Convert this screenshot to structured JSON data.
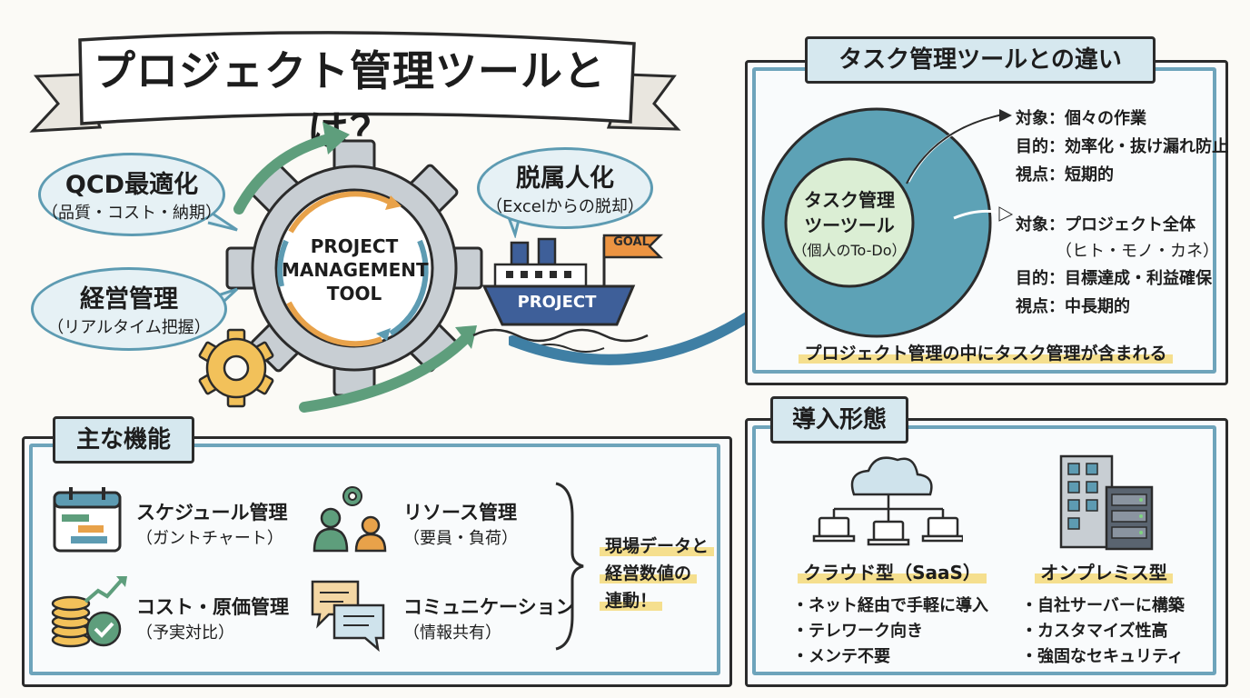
{
  "title": "プロジェクト管理ツールとは？",
  "gear_label": [
    "PROJECT",
    "MANAGEMENT",
    "TOOL"
  ],
  "ship": {
    "hull_label": "PROJECT",
    "flag_label": "GOAL"
  },
  "bubbles": {
    "qcd": {
      "line1": "QCD最適化",
      "line2": "（品質・コスト・納期）"
    },
    "keiei": {
      "line1": "経営管理",
      "line2": "（リアルタイム把握）"
    },
    "datsuzoku": {
      "line1": "脱属人化",
      "line2": "（Excelからの脱却）"
    }
  },
  "task_panel": {
    "heading": "タスク管理ツールとの違い",
    "inner_circle": [
      "タスク管理",
      "ツーツール",
      "（個人のTo-Do）"
    ],
    "task_attrs": [
      "対象：個々の作業",
      "目的：効率化・抜け漏れ防止",
      "視点：短期的"
    ],
    "project_attrs": [
      "対象：プロジェクト全体",
      "（ヒト・モノ・カネ）",
      "目的：目標達成・利益確保",
      "視点：中長期的"
    ],
    "conclusion": "プロジェクト管理の中にタスク管理が含まれる"
  },
  "features_panel": {
    "heading": "主な機能",
    "items": [
      {
        "title": "スケジュール管理",
        "sub": "（ガントチャート）",
        "icon": "calendar-gantt-icon"
      },
      {
        "title": "リソース管理",
        "sub": "（要員・負荷）",
        "icon": "people-gear-icon"
      },
      {
        "title": "コスト・原価管理",
        "sub": "（予実対比）",
        "icon": "coins-chart-icon"
      },
      {
        "title": "コミュニケーション",
        "sub": "（情報共有）",
        "icon": "chat-bubbles-icon"
      }
    ],
    "summary": [
      "現場データと",
      "経営数値の",
      "連動！"
    ]
  },
  "deploy_panel": {
    "heading": "導入形態",
    "cloud": {
      "title": "クラウド型（SaaS）",
      "points": [
        "・ネット経由で手軽に導入",
        "・テレワーク向き",
        "・メンテ不要"
      ]
    },
    "onprem": {
      "title": "オンプレミス型",
      "points": [
        "・自社サーバーに構築",
        "・カスタマイズ性高",
        "・強固なセキュリティ"
      ]
    }
  },
  "colors": {
    "accent_blue": "#5d9bb2",
    "accent_green": "#5e9e7c",
    "accent_orange": "#e8a24a",
    "highlight": "#f5df8e",
    "navy": "#3e5f99"
  }
}
